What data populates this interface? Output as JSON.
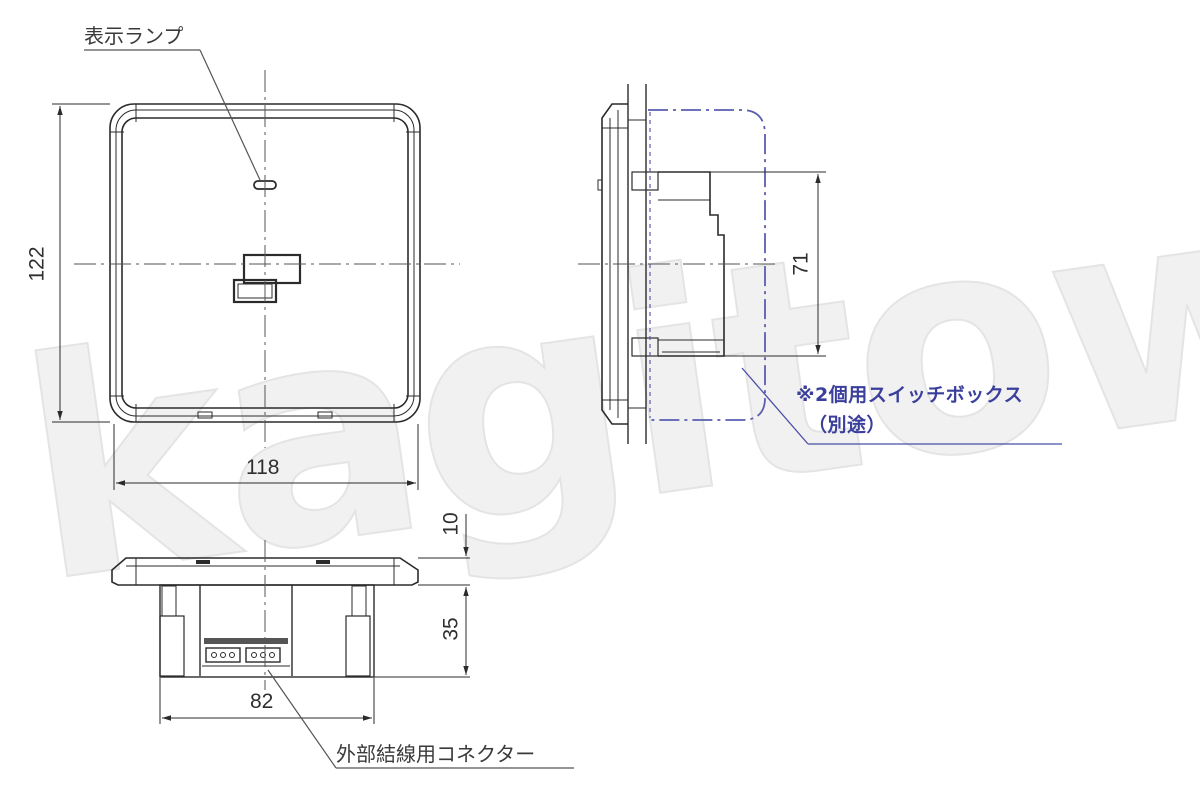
{
  "watermark": {
    "text": "kagitown",
    "color": "#efefef"
  },
  "front_view": {
    "callout_label": "表示ランプ",
    "width_dimension": "118",
    "height_dimension": "122"
  },
  "side_view": {
    "dimension": "71",
    "box_note_line1": "※2個用スイッチボックス",
    "box_note_line2": "（別途）",
    "box_outline_color": "#5a5eb0",
    "note_color": "#3b3f9c"
  },
  "bottom_view": {
    "depth_plate_dimension": "10",
    "depth_body_dimension": "35",
    "body_width_dimension": "82",
    "connector_label": "外部結線用コネクター"
  },
  "colors": {
    "line": "#2b2b2b",
    "center_line": "#555555",
    "leader": "#555555"
  }
}
